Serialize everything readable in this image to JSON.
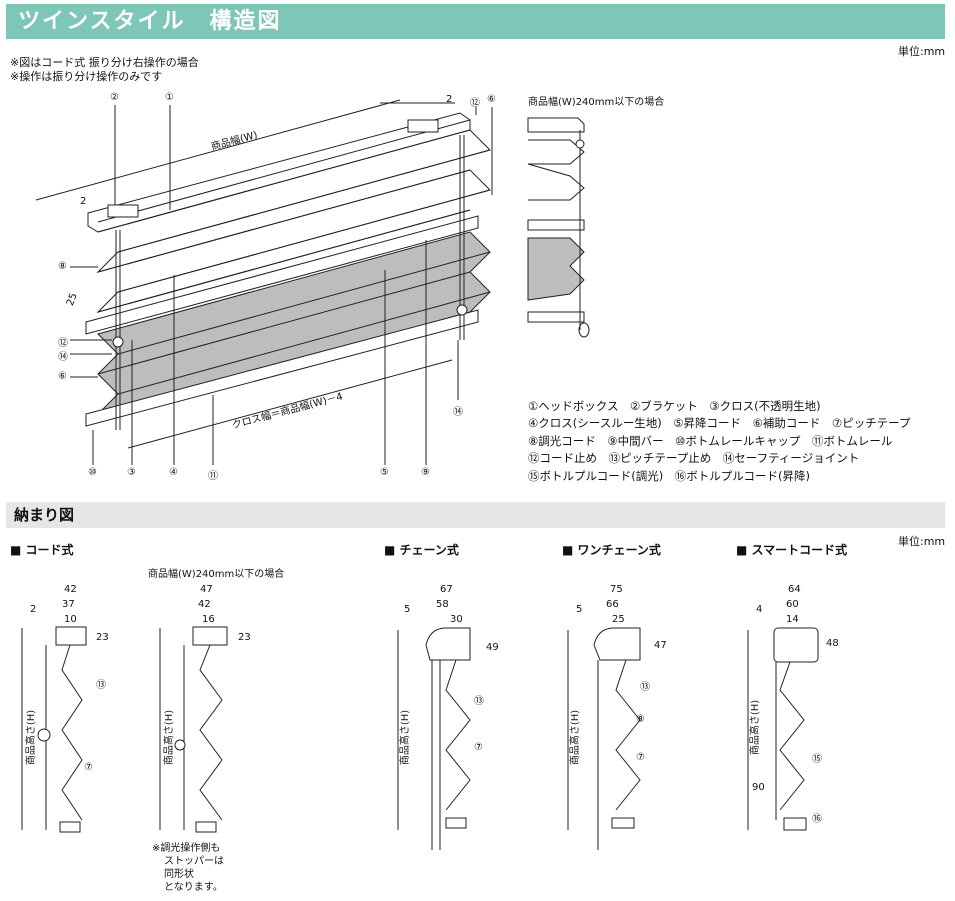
{
  "header": {
    "title": "ツインスタイル　構造図",
    "section2": "納まり図"
  },
  "units": {
    "top": "単位:mm",
    "bottom": "単位:mm"
  },
  "notes": {
    "line1": "※図はコード式 振り分け右操作の場合",
    "line2": "※操作は振り分け操作のみです"
  },
  "main_diagram": {
    "width_label": "商品幅(W)",
    "cloth_width_label": "クロス幅＝商品幅(W)－4",
    "dim_2_left": "2",
    "dim_2_right": "2",
    "dim_25": "25",
    "callouts_top": [
      "②",
      "①",
      "⑫",
      "⑥"
    ],
    "callouts_left": [
      "⑧",
      "⑫",
      "⑭",
      "⑥"
    ],
    "callouts_bottom": [
      "⑩",
      "③",
      "④",
      "⑪",
      "⑤",
      "⑨"
    ],
    "callout_right": "⑭"
  },
  "small_diagram": {
    "label": "商品幅(W)240mm以下の場合"
  },
  "legend": [
    "①ヘッドボックス　②ブラケット　③クロス(不透明生地)",
    "④クロス(シースルー生地)　⑤昇降コード　⑥補助コード　⑦ピッチテープ",
    "⑧調光コード　⑨中間バー　⑩ボトムレールキャップ　⑪ボトムレール",
    "⑫コード止め　⑬ピッチテープ止め　⑭セーフティージョイント",
    "⑮ボトルプルコード(調光)　⑯ボトルプルコード(昇降)"
  ],
  "sections": {
    "cord": {
      "title": "■ コード式",
      "small_label": "商品幅(W)240mm以下の場合",
      "dims1": [
        "42",
        "37",
        "10",
        "2",
        "23"
      ],
      "dims2": [
        "47",
        "42",
        "16",
        "23"
      ],
      "height": "商品高さ(H)",
      "callouts": [
        "⑬",
        "⑦"
      ],
      "note": [
        "※調光操作側も",
        "ストッパーは",
        "同形状",
        "となります。"
      ]
    },
    "chain": {
      "title": "■ チェーン式",
      "dims": [
        "67",
        "58",
        "30",
        "5",
        "49"
      ],
      "height": "商品高さ(H)",
      "callouts": [
        "⑬",
        "⑦"
      ]
    },
    "onechain": {
      "title": "■ ワンチェーン式",
      "dims": [
        "75",
        "66",
        "25",
        "5",
        "47"
      ],
      "height": "商品高さ(H)",
      "callouts": [
        "⑬",
        "⑧",
        "⑦"
      ]
    },
    "smart": {
      "title": "■ スマートコード式",
      "dims": [
        "64",
        "60",
        "14",
        "4",
        "48",
        "90"
      ],
      "height": "商品高さ(H)",
      "callouts": [
        "⑮",
        "⑯"
      ]
    }
  }
}
